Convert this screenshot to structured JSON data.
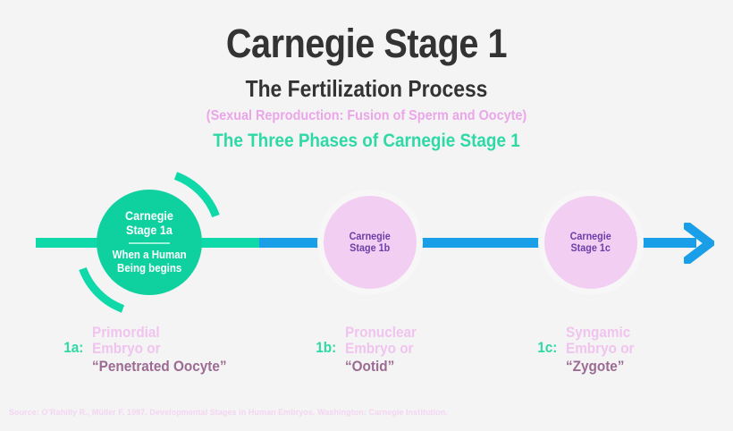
{
  "header": {
    "title": "Carnegie Stage 1",
    "subtitle": "The Fertilization Process",
    "parenthetical": "(Sexual Reproduction: Fusion of Sperm and Oocyte)",
    "phases_heading": "The Three Phases of Carnegie Stage 1"
  },
  "colors": {
    "background": "#f4f4f4",
    "green": "#0fd9a8",
    "green_circle": "#0fd1a0",
    "teal_text": "#2fd9a5",
    "blue": "#199fe8",
    "pink_circle": "#f2cff2",
    "purple_text": "#6b3fa8",
    "pink_light_text": "#f0c4ee",
    "mauve_text": "#9c6b93",
    "title_dark": "#333333"
  },
  "timeline": {
    "nodes": [
      {
        "id": "1a",
        "title_line1": "Carnegie",
        "title_line2": "Stage 1a",
        "caption_line1": "When a Human",
        "caption_line2": "Being begins",
        "has_divider": true,
        "style": "green"
      },
      {
        "id": "1b",
        "title_line1": "Carnegie",
        "title_line2": "Stage 1b",
        "has_divider": false,
        "style": "pink"
      },
      {
        "id": "1c",
        "title_line1": "Carnegie",
        "title_line2": "Stage 1c",
        "has_divider": false,
        "style": "pink"
      }
    ]
  },
  "legend": [
    {
      "key": "1a:",
      "line1": "Primordial",
      "line2": "Embryo or",
      "line3": "“Penetrated Oocyte”"
    },
    {
      "key": "1b:",
      "line1": "Pronuclear",
      "line2": "Embryo or",
      "line3": "“Ootid”"
    },
    {
      "key": "1c:",
      "line1": "Syngamic",
      "line2": "Embryo or",
      "line3": "“Zygote”"
    }
  ],
  "source": "Source: O’Rahilly R., Müller F. 1987. Developmental Stages in Human Embryos. Washington: Carnegie Institution."
}
